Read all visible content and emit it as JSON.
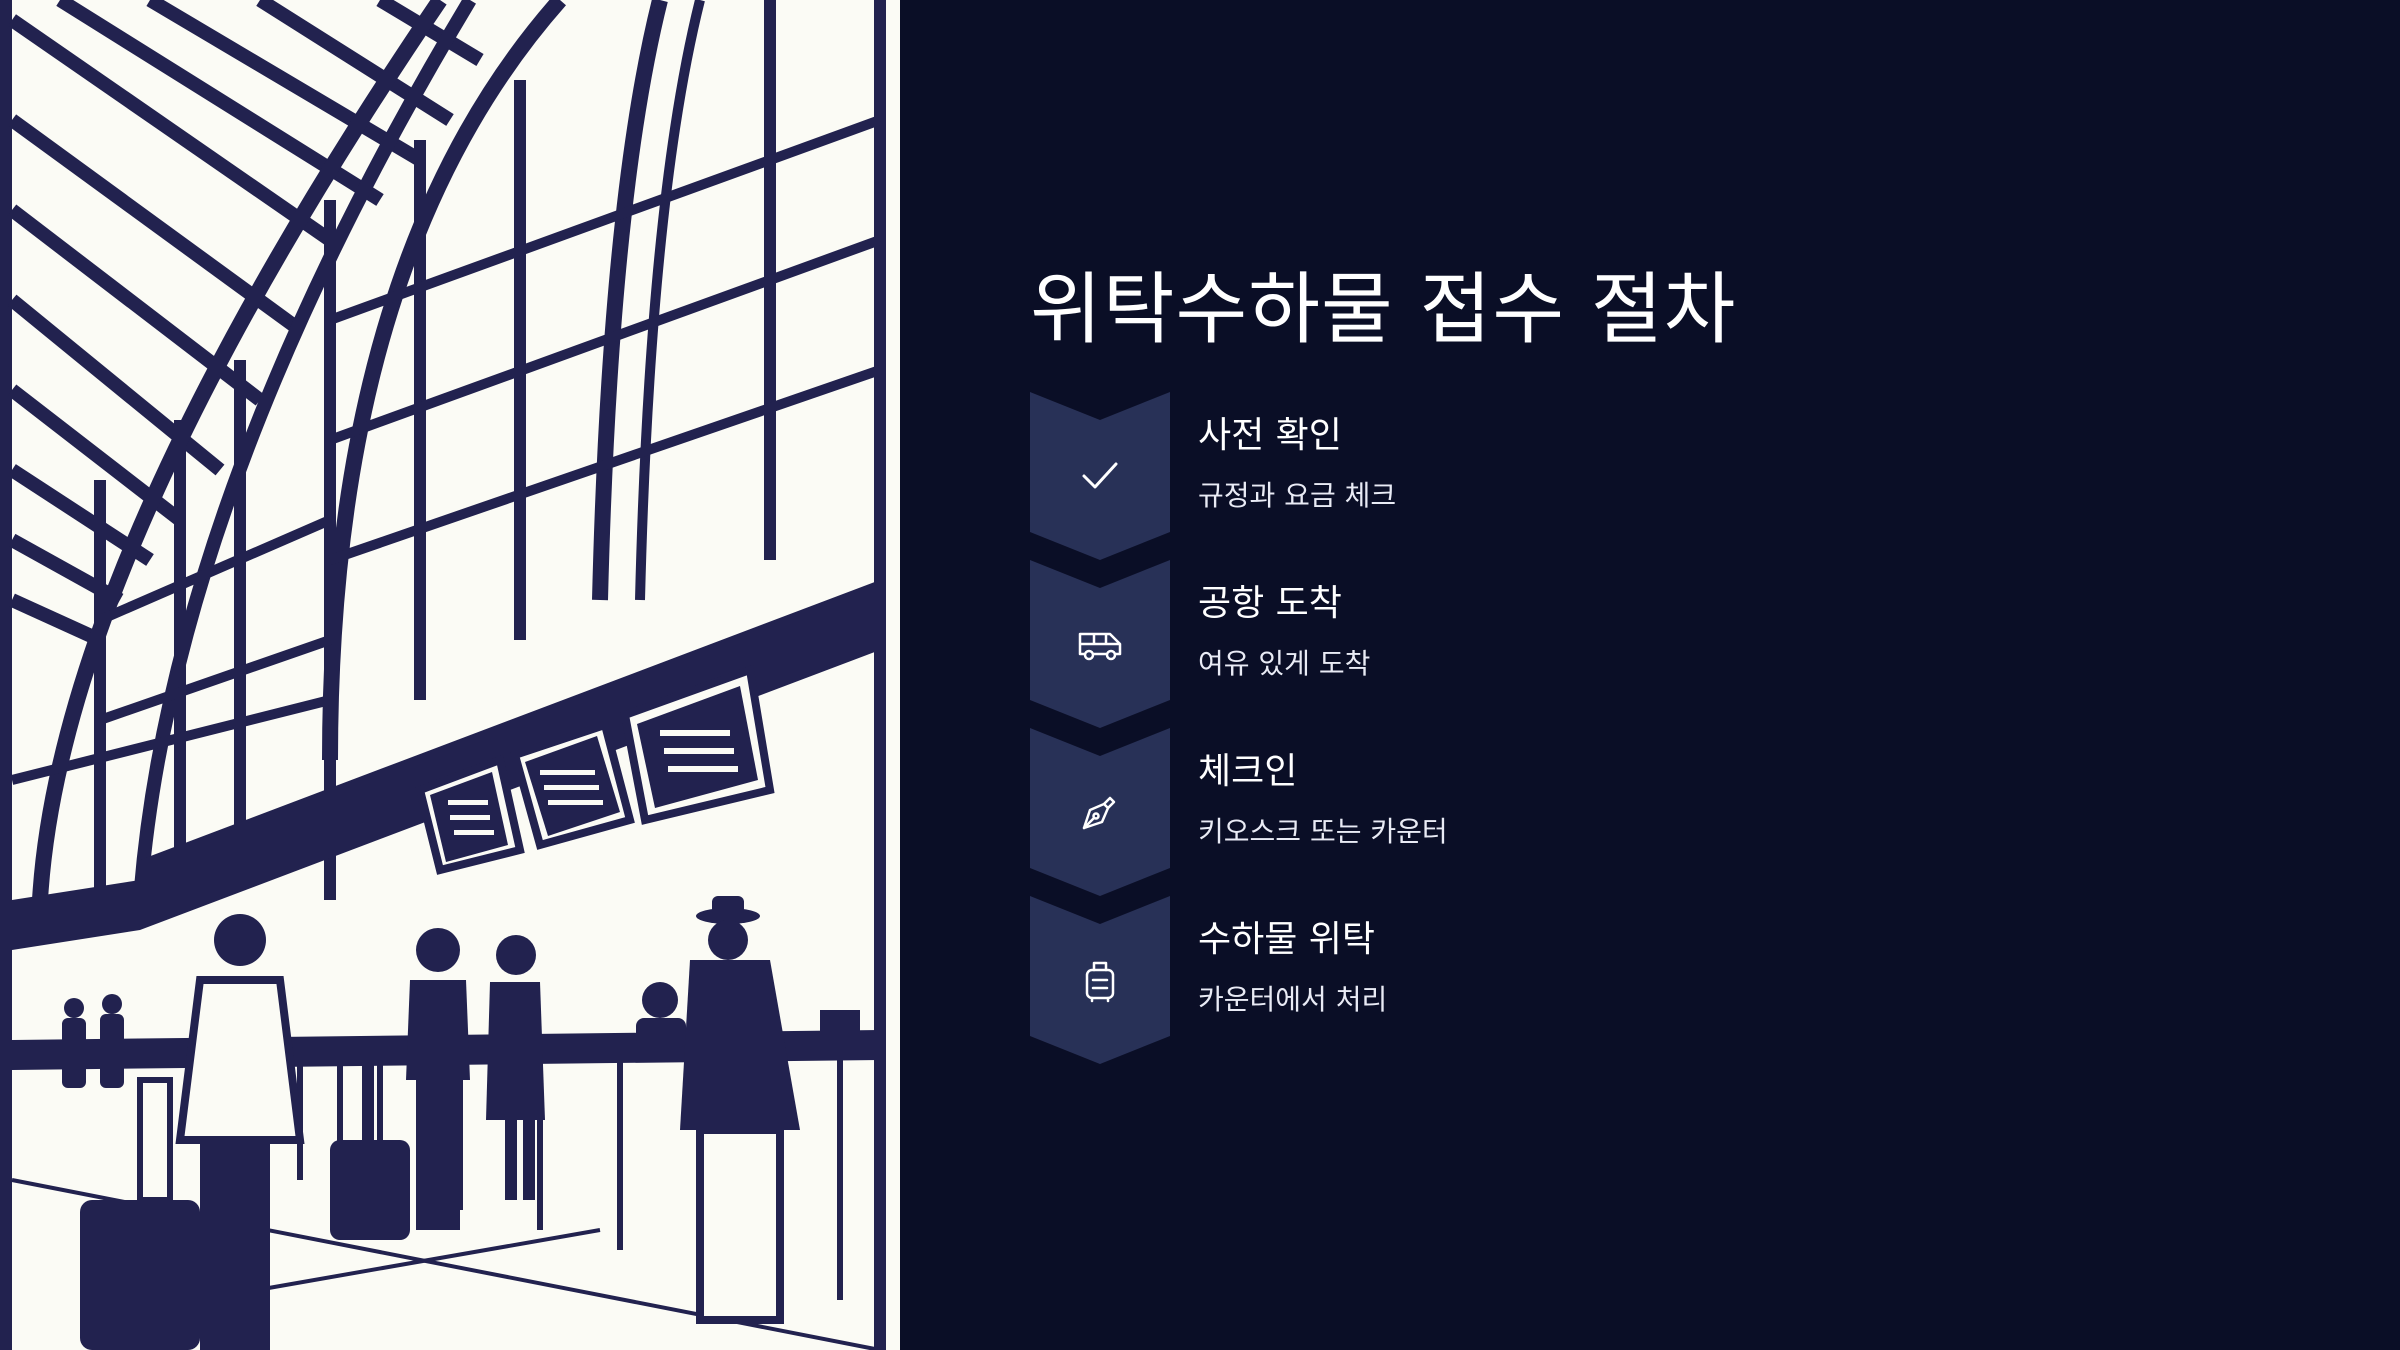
{
  "slide": {
    "title": "위탁수하물 접수 절차",
    "colors": {
      "background": "#0a0e26",
      "chevron": "#283157",
      "illustration_ink": "#22224f",
      "illustration_paper": "#fbfbf5"
    },
    "illustration": {
      "description_icon": "airport-terminal-illustration"
    },
    "steps": [
      {
        "icon": "check-icon",
        "title": "사전 확인",
        "desc": "규정과 요금 체크"
      },
      {
        "icon": "van-icon",
        "title": "공항 도착",
        "desc": "여유 있게 도착"
      },
      {
        "icon": "pen-nib-icon",
        "title": "체크인",
        "desc": "키오스크 또는 카운터"
      },
      {
        "icon": "luggage-icon",
        "title": "수하물 위탁",
        "desc": "카운터에서 처리"
      }
    ]
  }
}
